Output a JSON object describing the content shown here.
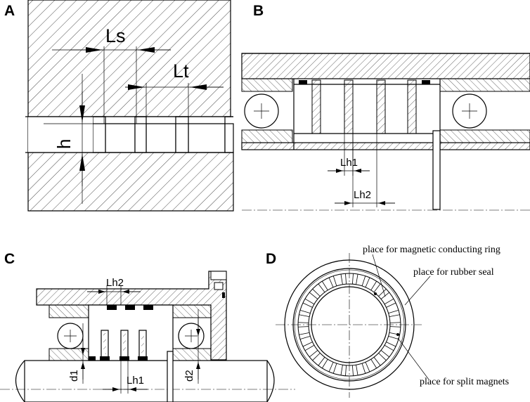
{
  "panels": {
    "a": {
      "letter": "A",
      "labels": {
        "ls": "Ls",
        "lt": "Lt",
        "h": "h"
      }
    },
    "b": {
      "letter": "B",
      "labels": {
        "lh1": "Lh1",
        "lh2": "Lh2"
      }
    },
    "c": {
      "letter": "C",
      "labels": {
        "lh2": "Lh2",
        "lh1": "Lh1",
        "d1": "d1",
        "d2": "d2"
      }
    },
    "d": {
      "letter": "D",
      "annotations": {
        "magnetic_ring": "place for magnetic conducting ring",
        "rubber_seal": "place for rubber seal",
        "split_magnets": "place for split magnets"
      }
    }
  },
  "colors": {
    "ink": "#000000",
    "background": "#ffffff"
  }
}
